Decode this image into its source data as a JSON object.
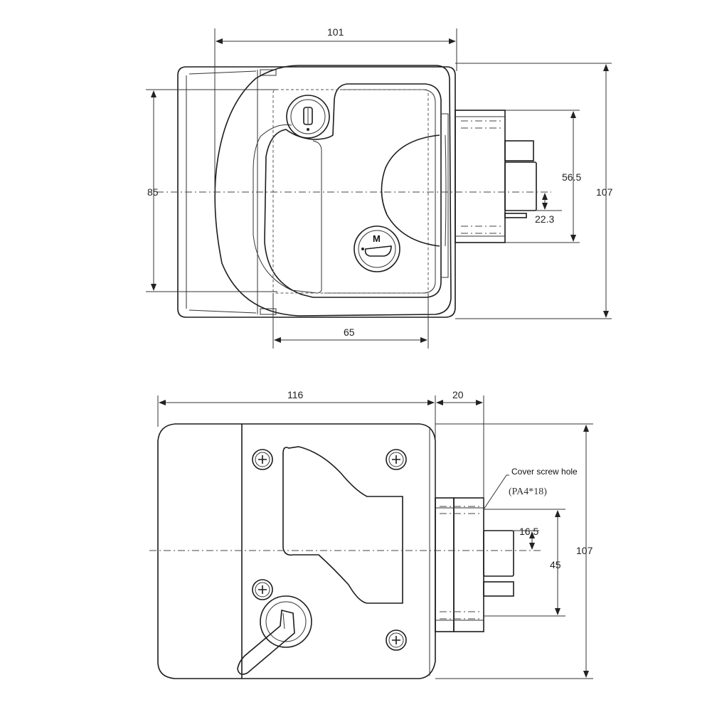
{
  "dimensions": {
    "top_width": "101",
    "top_height_left": "85",
    "top_height_right": "107",
    "top_bolt_span": "56.5",
    "top_bolt_offset": "22.3",
    "top_inner_width": "65",
    "bottom_width": "116",
    "bottom_depth": "20",
    "bottom_bolt_offset": "16.5",
    "bottom_bolt_span": "45",
    "bottom_height": "107"
  },
  "annotations": {
    "cover_screw_hole": "Cover screw hole",
    "screw_spec": "(PA4*18)",
    "key_letter": "M"
  }
}
